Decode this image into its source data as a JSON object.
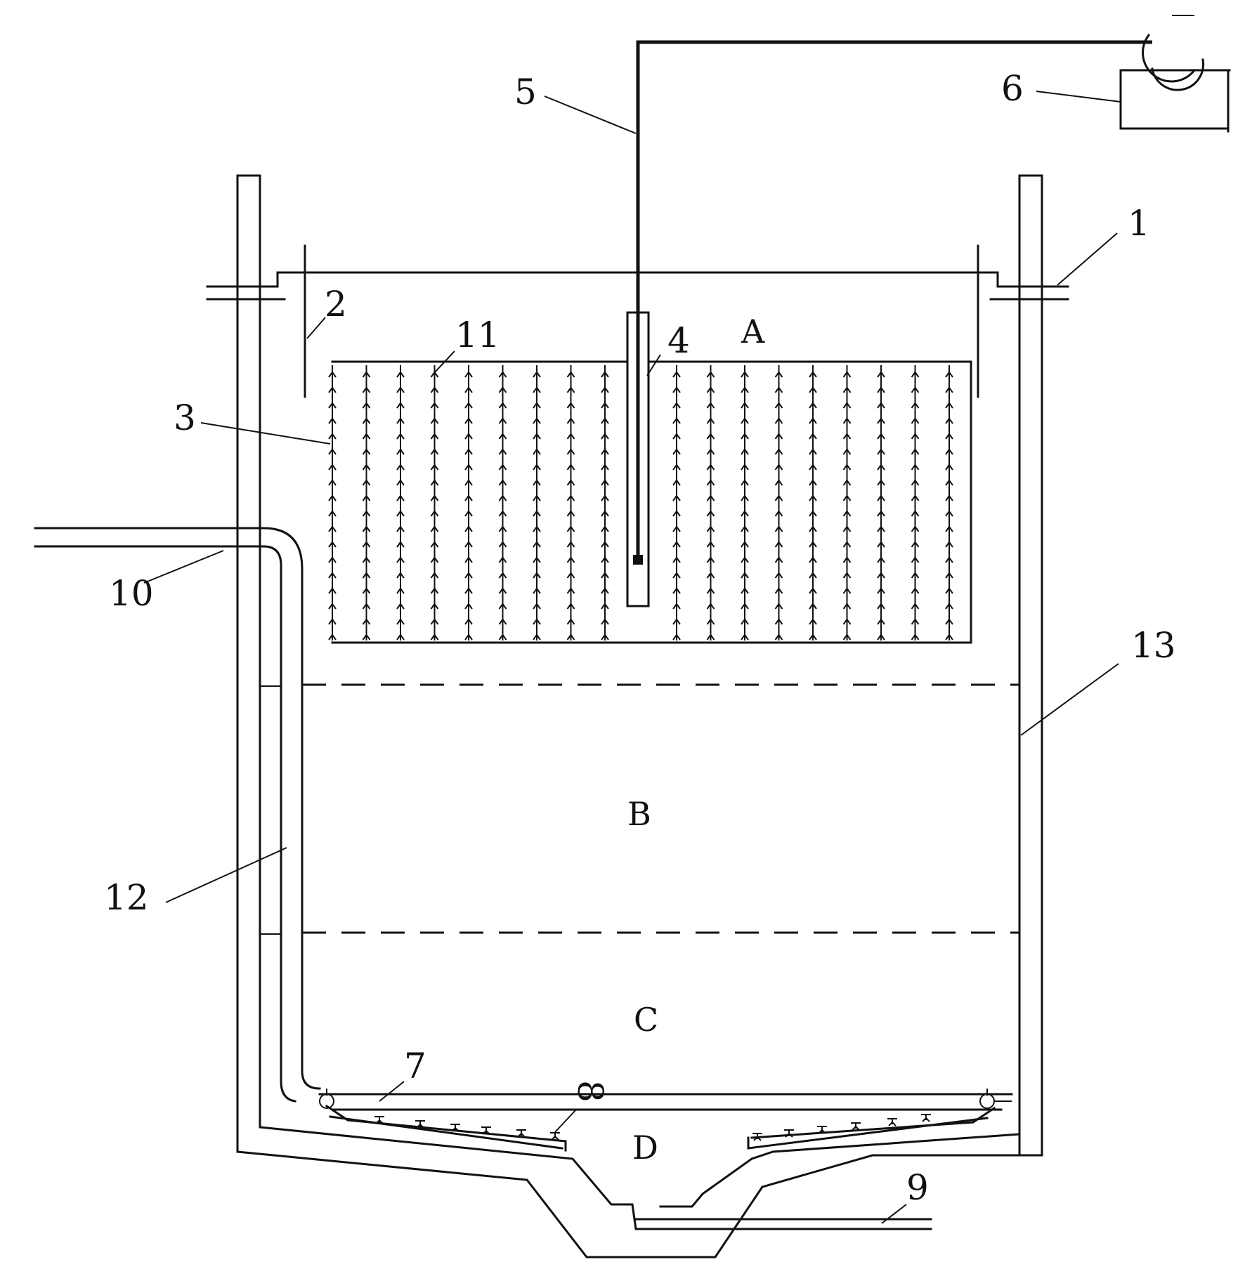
{
  "labels": {
    "l1": "1",
    "l2": "2",
    "l3": "3",
    "l4": "4",
    "l5": "5",
    "l6": "6",
    "l7": "7",
    "l8": "8",
    "l9": "9",
    "l10": "10",
    "l11": "11",
    "l12": "12",
    "l13": "13"
  },
  "zones": {
    "a": "A",
    "b": "B",
    "c": "C",
    "d": "D"
  }
}
